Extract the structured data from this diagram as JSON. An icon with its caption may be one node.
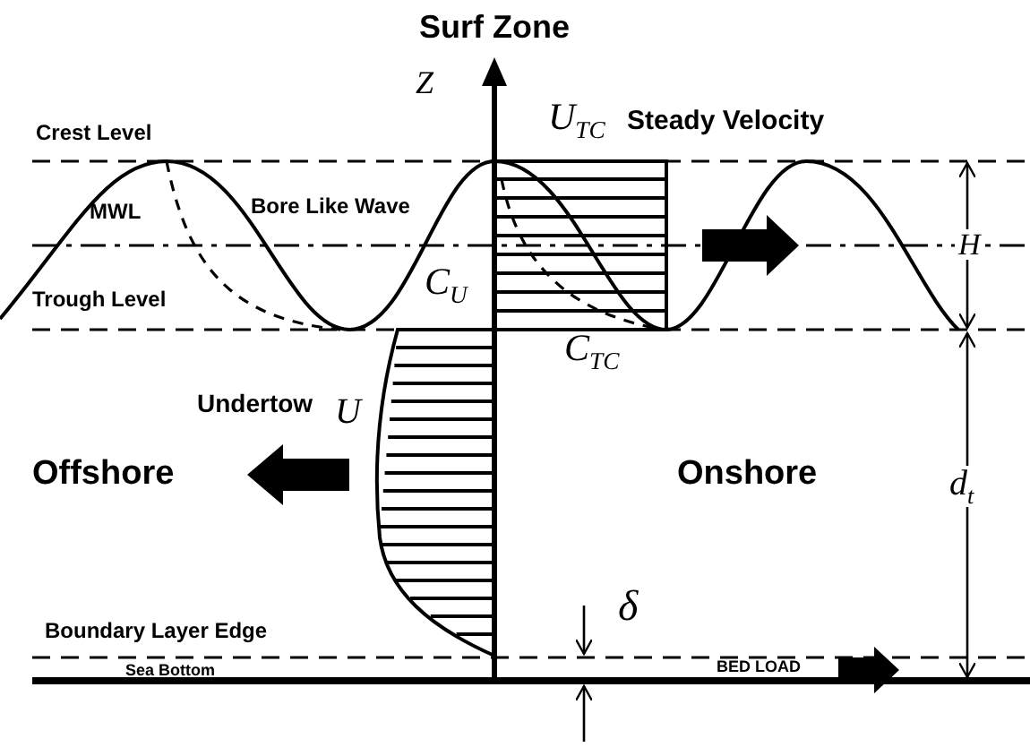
{
  "diagram": {
    "title": "Surf Zone",
    "labels": [
      "Z",
      "Crest Level",
      "U$_{TC}$",
      "Steady Velocity",
      "MWL",
      "Bore Like Wave",
      "H",
      "Trough Level",
      "C$_{U}$",
      "C$_{TC}$",
      "Undertow",
      "U",
      "Offshore",
      "Onshore",
      "d$_{t}$",
      "δ",
      "Boundary Layer Edge",
      "Sea Bottom",
      "BED LOAD"
    ]
  }
}
